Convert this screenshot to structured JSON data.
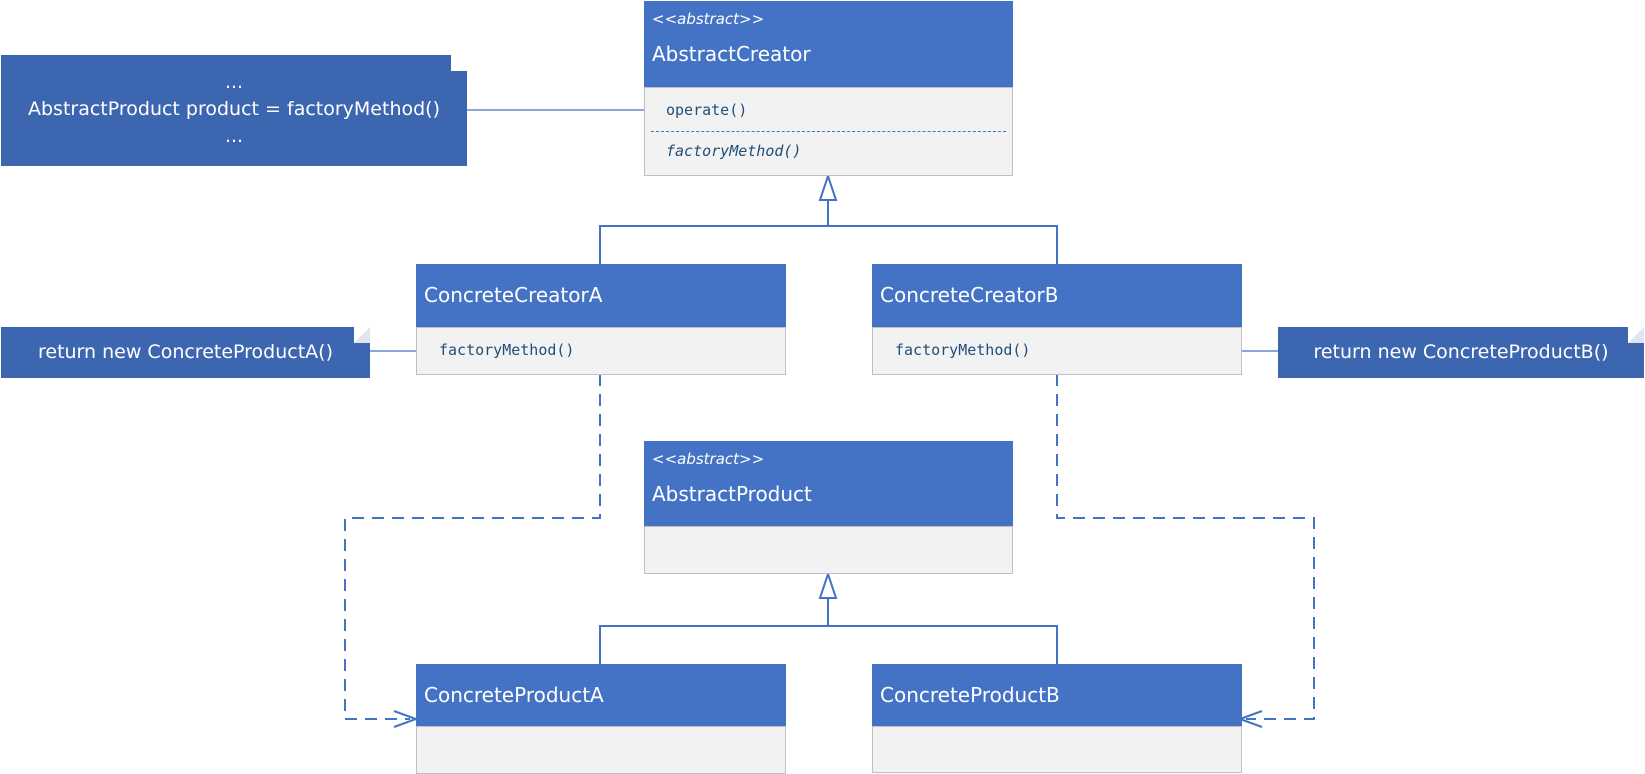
{
  "colors": {
    "header": "#4472c4",
    "body": "#f2f2f2",
    "note": "#3d66b0",
    "line": "#4472c4",
    "operation_text": "#1f4e79"
  },
  "abstract_creator": {
    "stereotype": "<<abstract>>",
    "name": "AbstractCreator",
    "operations": [
      "operate()",
      "factoryMethod()"
    ]
  },
  "concrete_creator_a": {
    "name": "ConcreteCreatorA",
    "operation": "factoryMethod()"
  },
  "concrete_creator_b": {
    "name": "ConcreteCreatorB",
    "operation": "factoryMethod()"
  },
  "abstract_product": {
    "stereotype": "<<abstract>>",
    "name": "AbstractProduct"
  },
  "concrete_product_a": {
    "name": "ConcreteProductA"
  },
  "concrete_product_b": {
    "name": "ConcreteProductB"
  },
  "notes": {
    "operate_note": {
      "lines": [
        "...",
        "AbstractProduct product = factoryMethod()",
        "..."
      ]
    },
    "creator_a_note": {
      "text": "return new ConcreteProductA()"
    },
    "creator_b_note": {
      "text": "return new ConcreteProductB()"
    }
  },
  "relationships": [
    {
      "type": "generalization",
      "from": "ConcreteCreatorA",
      "to": "AbstractCreator"
    },
    {
      "type": "generalization",
      "from": "ConcreteCreatorB",
      "to": "AbstractCreator"
    },
    {
      "type": "generalization",
      "from": "ConcreteProductA",
      "to": "AbstractProduct"
    },
    {
      "type": "generalization",
      "from": "ConcreteProductB",
      "to": "AbstractProduct"
    },
    {
      "type": "dependency",
      "from": "ConcreteCreatorA",
      "to": "ConcreteProductA"
    },
    {
      "type": "dependency",
      "from": "ConcreteCreatorB",
      "to": "ConcreteProductB"
    }
  ]
}
